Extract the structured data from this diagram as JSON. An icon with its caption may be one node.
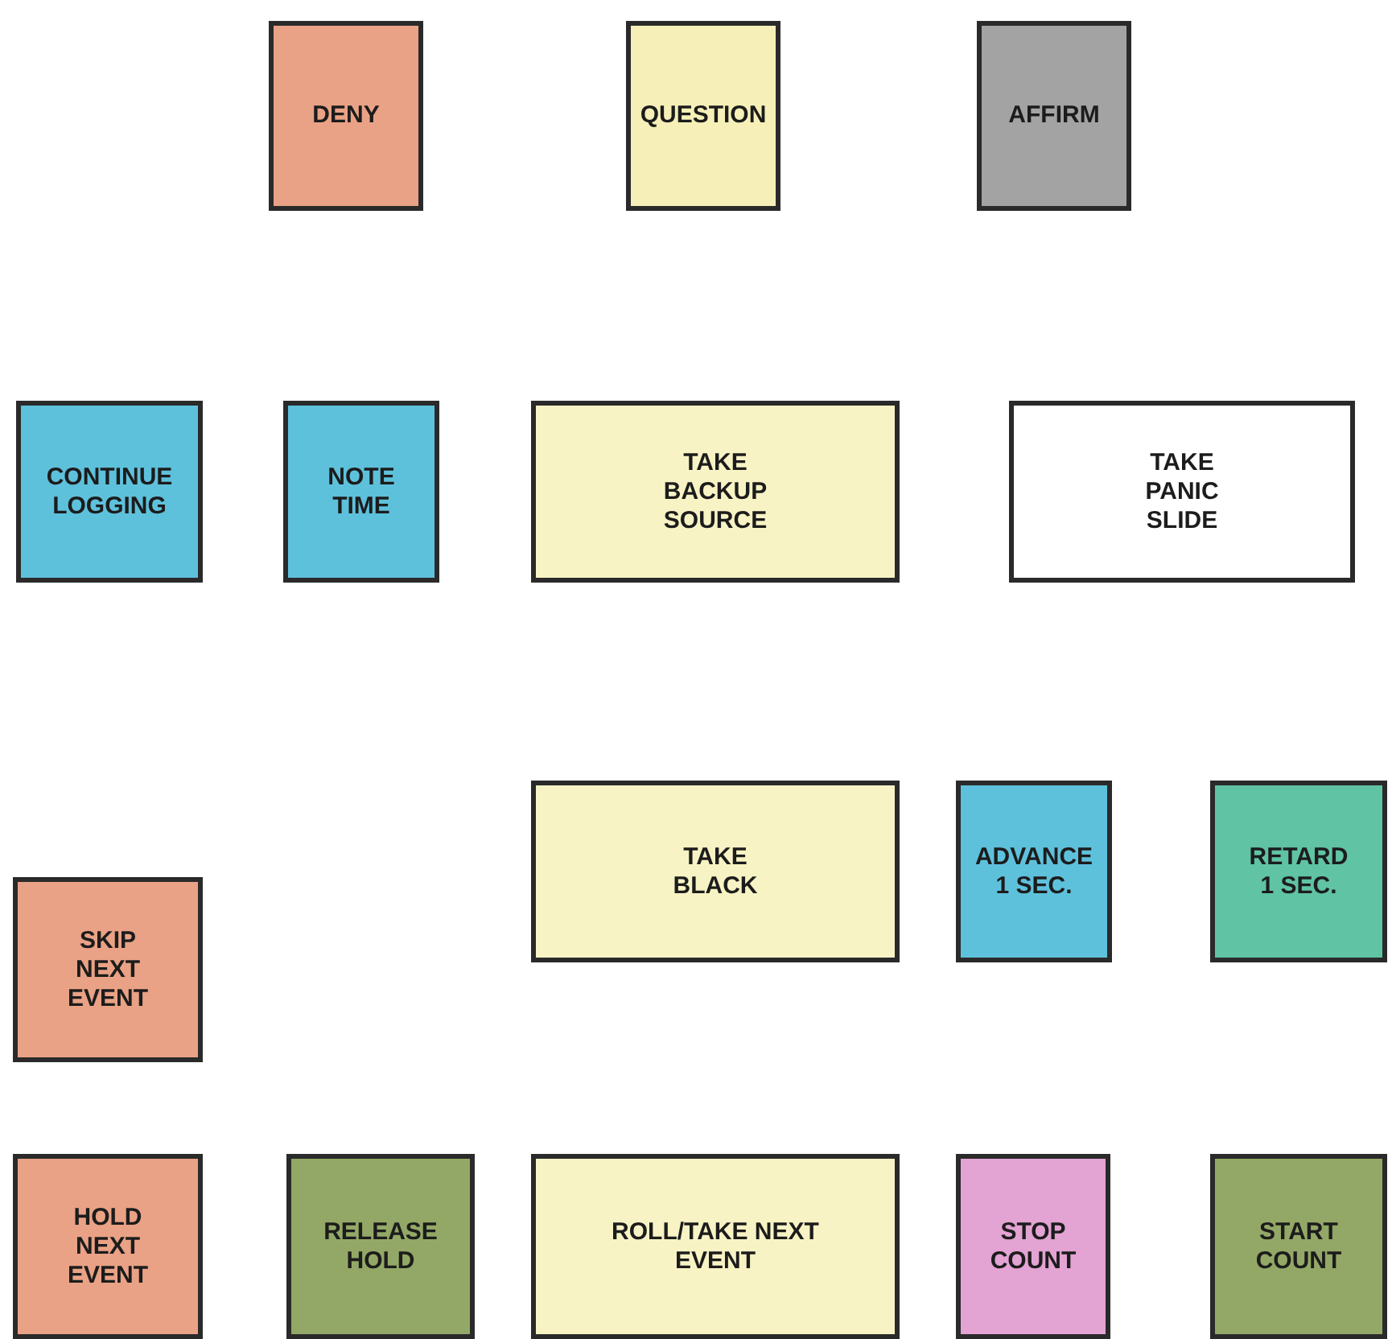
{
  "diagram": {
    "nodes": [
      {
        "text": [
          "DENY"
        ]
      },
      {
        "text": [
          "QUESTION"
        ]
      },
      {
        "text": [
          "AFFIRM"
        ]
      },
      {
        "text": [
          "CONTINUE LOGGING"
        ]
      },
      {
        "text": [
          "NOTE TIME"
        ]
      },
      {
        "text": [
          "TAKE BACKUP SOURCE"
        ]
      },
      {
        "text": [
          "TAKE PANIC SLIDE"
        ]
      },
      {
        "text": [
          "TAKE BLACK"
        ]
      },
      {
        "text": [
          "ADVANCE 1 SEC."
        ]
      },
      {
        "text": [
          "RETARD 1 SEC."
        ]
      },
      {
        "text": [
          "SKIP NEXT EVENT"
        ]
      },
      {
        "text": [
          "HOLD NEXT EVENT"
        ]
      },
      {
        "text": [
          "RELEASE HOLD"
        ]
      },
      {
        "text": [
          "ROLL/TAKE NEXT EVENT"
        ]
      },
      {
        "text": [
          "STOP COUNT"
        ]
      },
      {
        "text": [
          "START COUNT"
        ]
      }
    ]
  }
}
